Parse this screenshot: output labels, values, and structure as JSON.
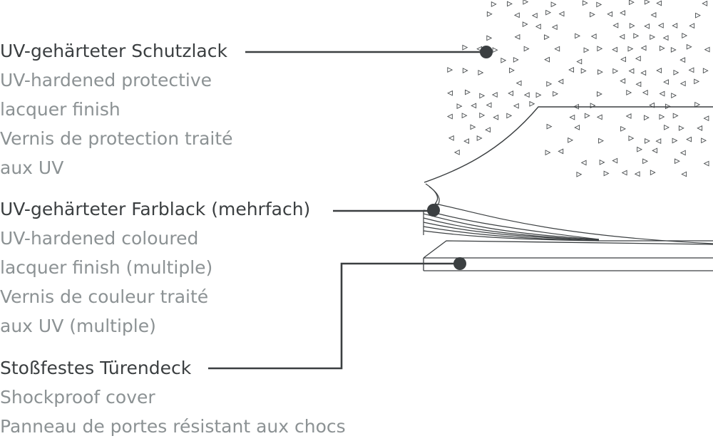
{
  "layers": [
    {
      "id": "protective-lacquer",
      "primary": "UV-gehärteter Schutzlack",
      "secondary": [
        "UV-hardened protective",
        "lacquer finish",
        "Vernis de protection traité",
        "aux UV"
      ]
    },
    {
      "id": "coloured-lacquer",
      "primary": "UV-gehärteter Farblack (mehrfach)",
      "secondary": [
        "UV-hardened coloured",
        "lacquer finish (multiple)",
        "Vernis de couleur traité",
        "aux UV (multiple)"
      ]
    },
    {
      "id": "shockproof-cover",
      "primary": "Stoßfestes Türendeck",
      "secondary": [
        "Shockproof cover",
        "Panneau de portes résistant aux chocs"
      ]
    }
  ],
  "colors": {
    "primary_text": "#3b3f41",
    "secondary_text": "#8c9294",
    "line": "#3b3f41"
  }
}
